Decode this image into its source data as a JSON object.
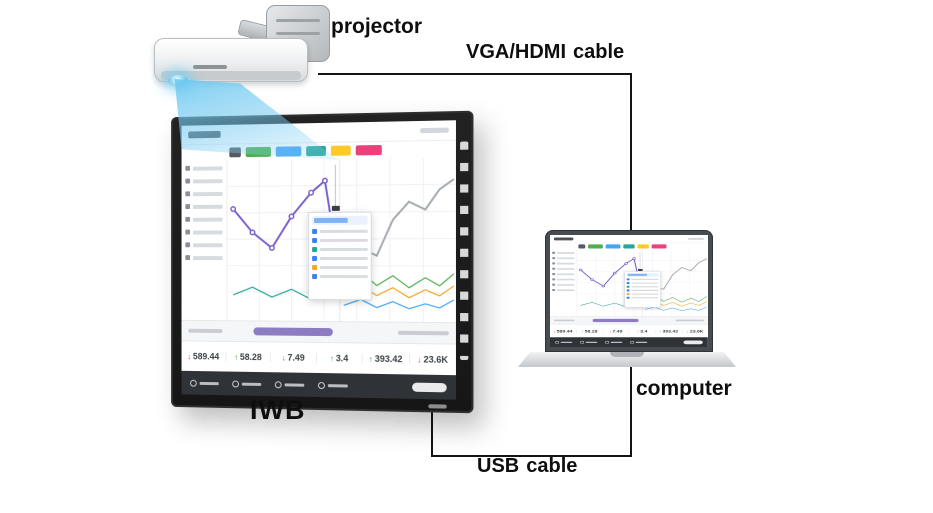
{
  "labels": {
    "projector": "projector",
    "vga_cable_prefix": "VGA/HDMI",
    "vga_cable_suffix": "cable",
    "usb_cable_prefix": "USB",
    "usb_cable_suffix": "cable",
    "iwb": "IWB",
    "computer": "computer"
  },
  "dashboard": {
    "stats": [
      {
        "arrow": "↓",
        "value": "589.44"
      },
      {
        "arrow": "↑",
        "value": "58.28"
      },
      {
        "arrow": "↓",
        "value": "7.49"
      },
      {
        "arrow": "↑",
        "value": "3.4"
      },
      {
        "arrow": "↑",
        "value": "393.42"
      },
      {
        "arrow": "↓",
        "value": "23.6K"
      }
    ]
  },
  "colors": {
    "accent_green": "#4CAF50",
    "accent_blue": "#42A5F5",
    "accent_teal": "#26A69A",
    "accent_yellow": "#FFCA28",
    "accent_pink": "#EC407A",
    "accent_purple": "#7A5FD0",
    "beam_blue": "#8FD4F0",
    "cable_black": "#141414"
  }
}
